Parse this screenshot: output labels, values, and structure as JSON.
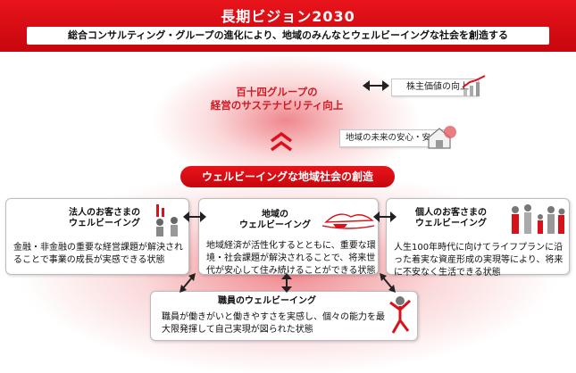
{
  "header": {
    "title": "長期ビジョン2030",
    "subtitle": "総合コンサルティング・グループの進化により、地域のみんなとウェルビーイングな社会を創造する"
  },
  "goal": {
    "line1": "百十四グループの",
    "line2": "経営のサステナビリティ向上"
  },
  "side_boxes": {
    "shareholder": "株主価値の向上",
    "community": "地域の未来の安心・安全"
  },
  "center_pill": "ウェルビーイングな地域社会の創造",
  "cards": {
    "corporate": {
      "title1": "法人のお客さまの",
      "title2": "ウェルビーイング",
      "body": "金融・非金融の重要な経営課題が解決されることで事業の成長が実感できる状態"
    },
    "region": {
      "title1": "地域の",
      "title2": "ウェルビーイング",
      "body": "地域経済が活性化するとともに、重要な環境・社会課題が解決されることで、将来世代が安心して住み続けることができる状態"
    },
    "individual": {
      "title1": "個人のお客さまの",
      "title2": "ウェルビーイング",
      "body": "人生100年時代に向けてライフプランに沿った着実な資産形成の実現等により、将来に不安なく生活できる状態"
    },
    "staff": {
      "title": "職員のウェルビーイング",
      "body": "職員が働きがいと働きやすさを実感し、個々の能力を最大限発揮して自己実現が図られた状態"
    }
  },
  "colors": {
    "brand_red": "#d9121a",
    "arrow_dark": "#222222"
  }
}
